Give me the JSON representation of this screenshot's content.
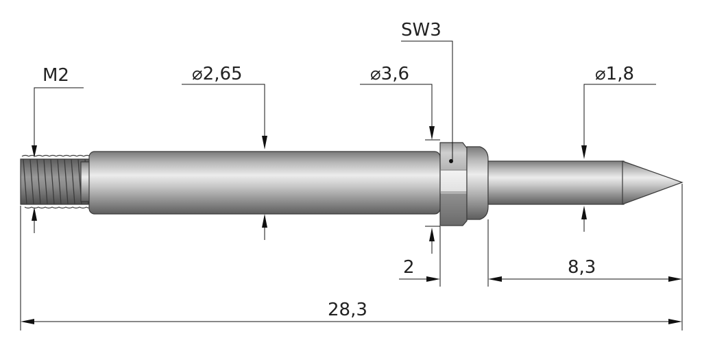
{
  "labels": {
    "thread": "M2",
    "shaft_diameter": "⌀2,65",
    "collar_diameter": "⌀3,6",
    "wrench_size": "SW3",
    "tip_diameter": "⌀1,8",
    "hex_width": "2",
    "tip_length": "8,3",
    "overall_length": "28,3"
  },
  "colors": {
    "steel_dark": "#6e6e6e",
    "steel_mid": "#a9a9a9",
    "steel_light": "#e3e3e3",
    "line": "#111111"
  }
}
